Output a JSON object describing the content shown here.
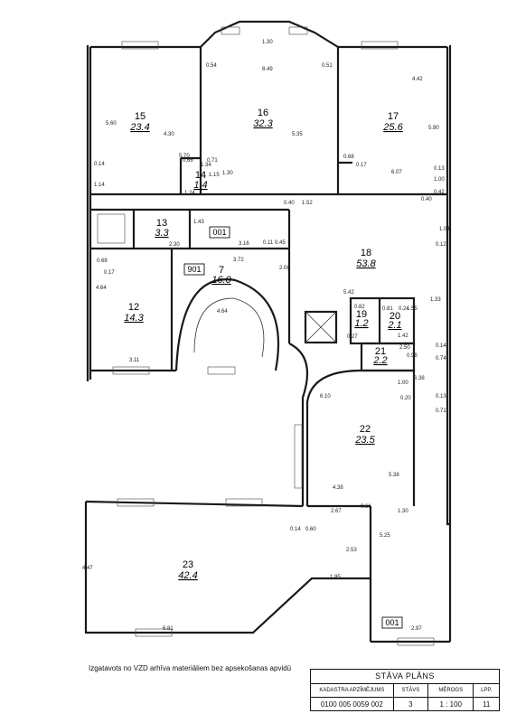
{
  "rooms": [
    {
      "id": "15",
      "number": "15",
      "area": "23.4"
    },
    {
      "id": "16",
      "number": "16",
      "area": "32.3"
    },
    {
      "id": "17",
      "number": "17",
      "area": "25.6"
    },
    {
      "id": "14",
      "number": "14",
      "area": "1.4"
    },
    {
      "id": "13",
      "number": "13",
      "area": "3.3"
    },
    {
      "id": "7",
      "number": "7",
      "area": "16.0"
    },
    {
      "id": "18",
      "number": "18",
      "area": "53.8"
    },
    {
      "id": "12",
      "number": "12",
      "area": "14.3"
    },
    {
      "id": "19",
      "number": "19",
      "area": "1.2"
    },
    {
      "id": "20",
      "number": "20",
      "area": "2.1"
    },
    {
      "id": "21",
      "number": "21",
      "area": "2.2"
    },
    {
      "id": "22",
      "number": "22",
      "area": "23.5"
    },
    {
      "id": "23",
      "number": "23",
      "area": "42.4"
    }
  ],
  "tags": {
    "tag_001_top": "001",
    "tag_901": "901",
    "tag_001_bottom": "001"
  },
  "dimensions": {
    "d_130_top": "1.30",
    "d_054": "0.54",
    "d_849": "8.49",
    "d_051": "0.51",
    "d_442": "4.42",
    "d_560_left": "5.60",
    "d_430": "4.30",
    "d_570": "5.70",
    "d_014_left": "0.14",
    "d_066": "0.66",
    "d_114": "1.14",
    "d_124": "1.24",
    "d_071": "0.71",
    "d_535": "5.35",
    "d_068": "0.68",
    "d_017_top": "0.17",
    "d_607": "6.07",
    "d_590": "5.90",
    "d_013_r1": "0.13",
    "d_100_r": "1.00",
    "d_042": "0.42",
    "d_040_r": "0.40",
    "d_134": "1.34",
    "d_115": "1.15",
    "d_130_14": "1.30",
    "d_040_mid": "0.40",
    "d_152": "1.52",
    "d_143": "1.43",
    "d_104": "1.04",
    "d_012": "0.12",
    "d_230": "2.30",
    "d_316": "3.16",
    "d_011": "0.11",
    "d_045": "0.45",
    "d_068_b": "0.68",
    "d_017_b": "0.17",
    "d_372": "3.72",
    "d_208": "2.08",
    "d_464_left": "4.64",
    "d_464_stair": "4.64",
    "d_542": "5.42",
    "d_082": "0.82",
    "d_081": "0.81",
    "d_024": "0.24",
    "d_155": "1.55",
    "d_133": "1.33",
    "d_027": "0.27",
    "d_142": "1.42",
    "d_311": "3.11",
    "d_250": "2.50",
    "d_098": "0.98",
    "d_014_r": "0.14",
    "d_074": "0.74",
    "d_610": "6.10",
    "d_100_22": "1.00",
    "d_020": "0.20",
    "d_013_r2": "0.13",
    "d_071_r": "0.71",
    "d_638": "6.38",
    "d_538": "5.38",
    "d_438": "4.38",
    "d_061": "0.61",
    "d_267": "2.67",
    "d_130_22": "1.30",
    "d_014_23": "0.14",
    "d_060": "0.60",
    "d_525": "5.25",
    "d_253": "2.53",
    "d_447": "4.47",
    "d_195": "1.95",
    "d_681": "6.81",
    "d_297": "2.97"
  },
  "note": "Izgatavots no VZD arhīva materiāliem bez apsekošanas apvidū",
  "title_block": {
    "title": "STĀVA PLĀNS",
    "h_cadastre": "KADASTRA APZĪMĒJUMS",
    "h_floor": "STĀVS",
    "h_scale": "MĒROGS",
    "h_page": "LPP.",
    "cadastre": "0100 005 0059 002",
    "floor": "3",
    "scale": "1 : 100",
    "page": "11"
  }
}
